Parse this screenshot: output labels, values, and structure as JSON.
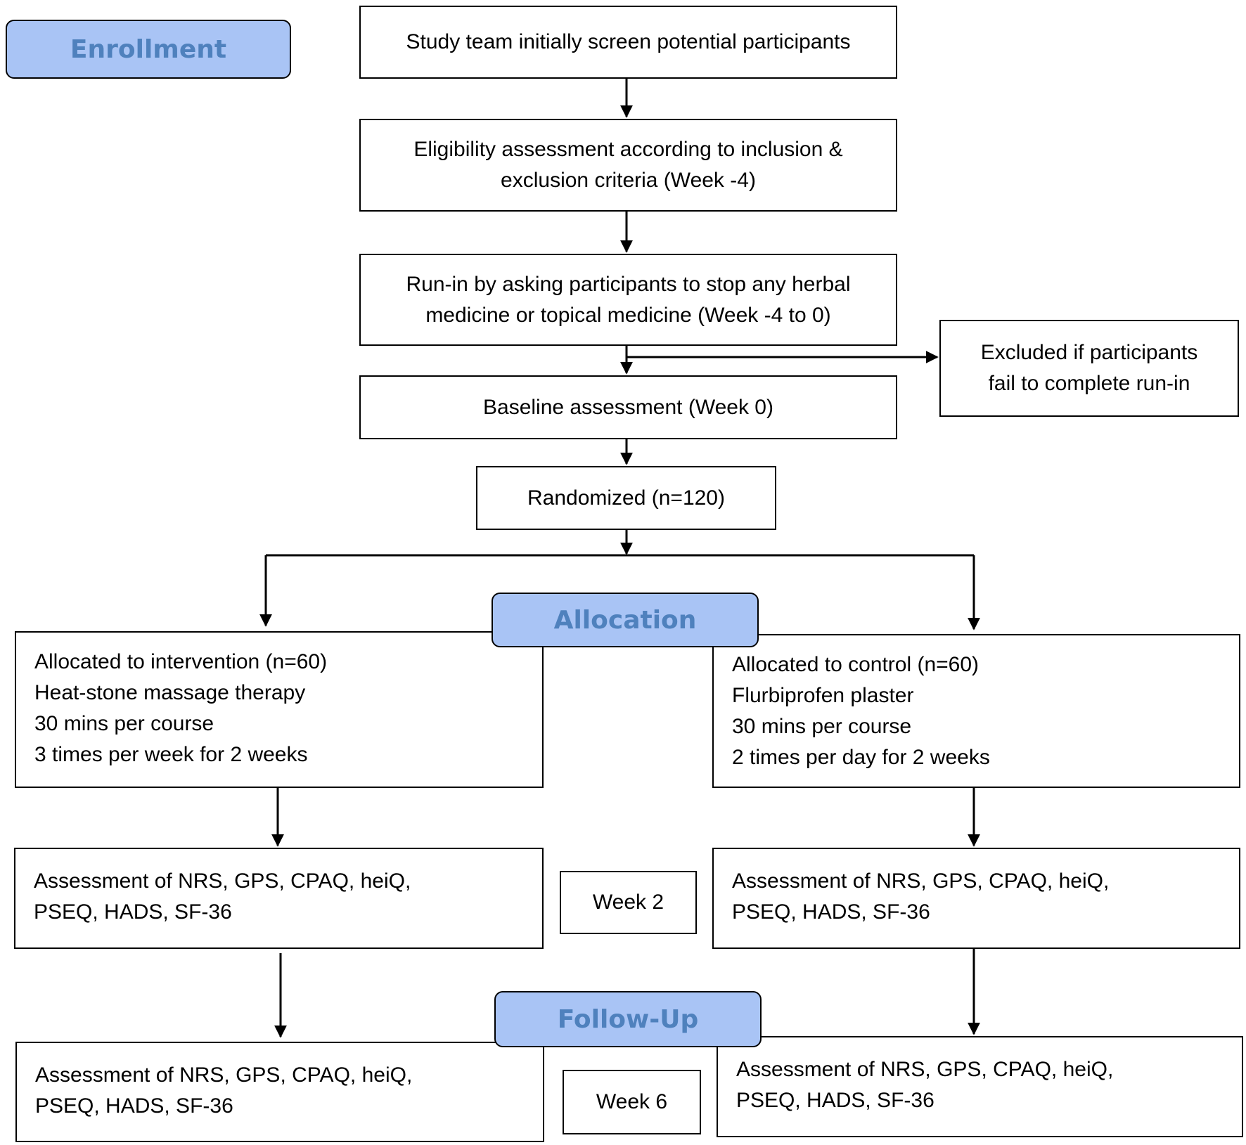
{
  "stages": {
    "enrollment": "Enrollment",
    "allocation": "Allocation",
    "follow_up": "Follow-Up"
  },
  "enrollment": {
    "screen": "Study team initially screen potential participants",
    "eligibility": [
      "Eligibility assessment according to inclusion &",
      "exclusion criteria (Week -4)"
    ],
    "run_in": [
      "Run-in by asking participants to stop any herbal",
      "medicine or topical medicine (Week -4 to 0)"
    ],
    "excluded": [
      "Excluded if participants",
      "fail to complete run-in"
    ],
    "baseline": "Baseline assessment (Week 0)",
    "randomized": "Randomized (n=120)"
  },
  "intervention": {
    "allocation": [
      "Allocated to intervention (n=60)",
      "Heat-stone massage therapy",
      "30 mins per course",
      "3 times per week for 2 weeks"
    ],
    "week2_assessment": [
      "Assessment of NRS, GPS, CPAQ, heiQ,",
      "PSEQ, HADS, SF-36"
    ],
    "week6_assessment": [
      "Assessment of NRS, GPS, CPAQ, heiQ,",
      "PSEQ, HADS, SF-36"
    ]
  },
  "control": {
    "allocation": [
      "Allocated to control (n=60)",
      "Flurbiprofen plaster",
      "30 mins per course",
      "2 times per day for 2 weeks"
    ],
    "week2_assessment": [
      "Assessment of NRS, GPS, CPAQ, heiQ,",
      "PSEQ, HADS, SF-36"
    ],
    "week6_assessment": [
      "Assessment of NRS, GPS, CPAQ, heiQ,",
      "PSEQ, HADS, SF-36"
    ]
  },
  "timepoints": {
    "week2": "Week 2",
    "week6": "Week 6"
  }
}
